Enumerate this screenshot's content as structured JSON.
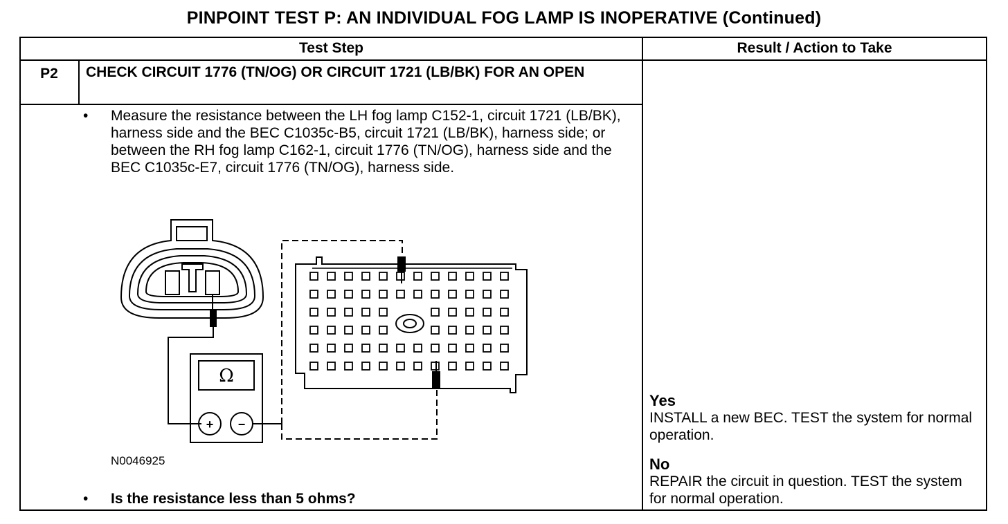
{
  "page_title": "PINPOINT TEST P: AN INDIVIDUAL FOG LAMP IS INOPERATIVE (Continued)",
  "table": {
    "col_test_step": "Test Step",
    "col_result": "Result / Action to Take"
  },
  "step": {
    "id": "P2",
    "title": "CHECK CIRCUIT 1776 (TN/OG) OR CIRCUIT 1721 (LB/BK) FOR AN OPEN",
    "instruction": "Measure the resistance between the LH fog lamp C152-1, circuit 1721 (LB/BK), harness side and the BEC C1035c-B5, circuit 1721 (LB/BK), harness side; or between the RH fog lamp C162-1, circuit 1776 (TN/OG), harness side and the BEC C1035c-E7, circuit 1776 (TN/OG), harness side.",
    "figure_id": "N0046925",
    "question": "Is the resistance less than 5 ohms?",
    "bullet": "•",
    "meter_symbol": "Ω",
    "plus": "+",
    "minus": "−"
  },
  "results": {
    "yes_label": "Yes",
    "yes_text": "INSTALL a new BEC. TEST the system for normal operation.",
    "no_label": "No",
    "no_text": "REPAIR the circuit in question. TEST the system for normal operation."
  }
}
